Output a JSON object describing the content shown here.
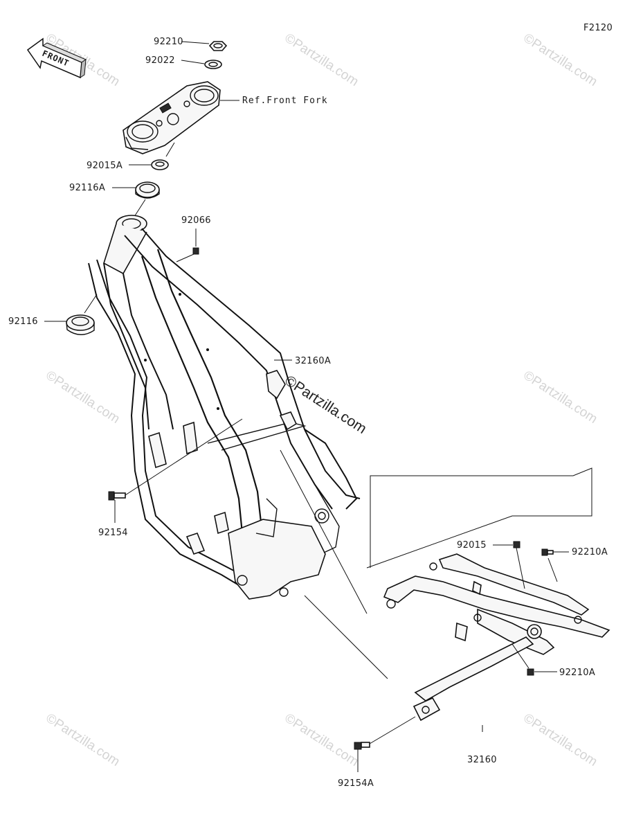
{
  "figure_code": "F2120",
  "front_arrow_text": "FRONT",
  "watermark": "©Partzilla.com",
  "labels": {
    "p92210": "92210",
    "p92022": "92022",
    "ref_front_fork": "Ref.Front Fork",
    "p92015A": "92015A",
    "p92116A": "92116A",
    "p92066": "92066",
    "p92116": "92116",
    "p32160A": "32160A",
    "p92154": "92154",
    "p92015": "92015",
    "p92210A_top": "92210A",
    "p92210A_bottom": "92210A",
    "p32160": "32160",
    "p92154A": "92154A"
  }
}
